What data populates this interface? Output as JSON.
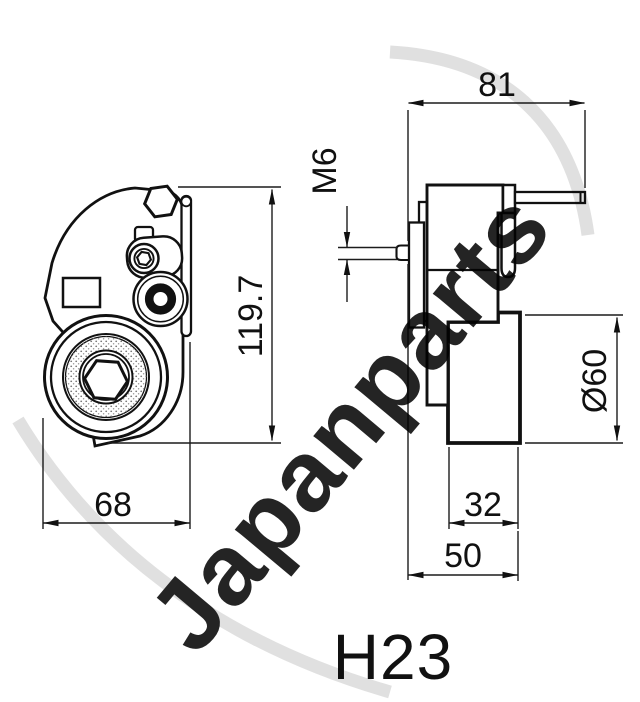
{
  "drawing": {
    "part_code": "H23",
    "watermark_text": "Japanparts",
    "line_color": "#111111",
    "watermark_color": "#c9c9c9",
    "views": {
      "front": {
        "name": "tensioner-front-view",
        "dimensions": {
          "height": "119.7",
          "width": "68"
        }
      },
      "side": {
        "name": "tensioner-side-view",
        "dimensions": {
          "overall_width": "81",
          "stud_thread": "M6",
          "pulley_diameter": "Ø60",
          "pulley_width": "32",
          "mount_depth": "50"
        }
      }
    }
  }
}
